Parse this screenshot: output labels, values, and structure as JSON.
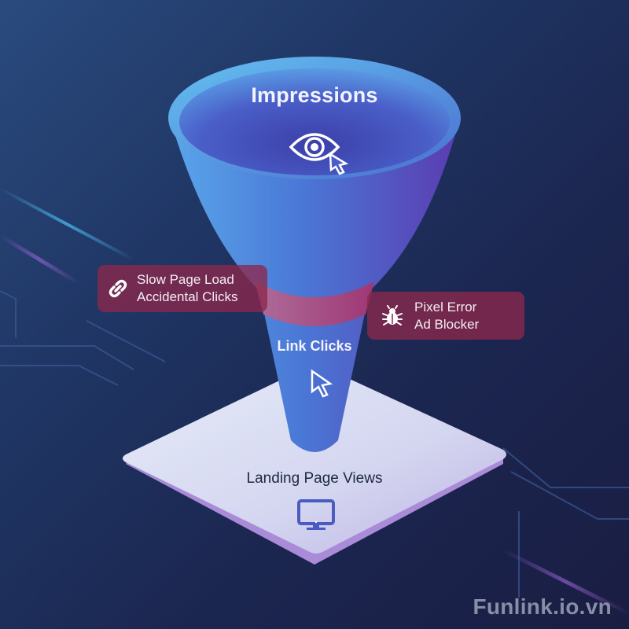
{
  "funnel": {
    "stages": [
      {
        "label": "Impressions",
        "icon": "eye-with-cursor-icon"
      },
      {
        "label": "Link Clicks",
        "icon": "cursor-arrow-icon"
      },
      {
        "label": "Landing Page Views",
        "icon": "desktop-monitor-icon"
      }
    ]
  },
  "callouts": {
    "left": {
      "icon": "link-chain-icon",
      "lines": [
        "Slow Page Load",
        "Accidental Clicks"
      ]
    },
    "right": {
      "icon": "bug-icon",
      "lines": [
        "Pixel Error",
        "Ad Blocker"
      ]
    }
  },
  "colors": {
    "background_dark": "#1a1d42",
    "background_light": "#2a4a7e",
    "funnel_blue": "#4f8fe0",
    "funnel_purple": "#5a3fb0",
    "leak_band": "#b0406e",
    "callout_bg": "#8c284b",
    "platform_top": "#dfe4f5",
    "platform_edge": "#a98bd8"
  },
  "watermark": "Funlink.io.vn"
}
